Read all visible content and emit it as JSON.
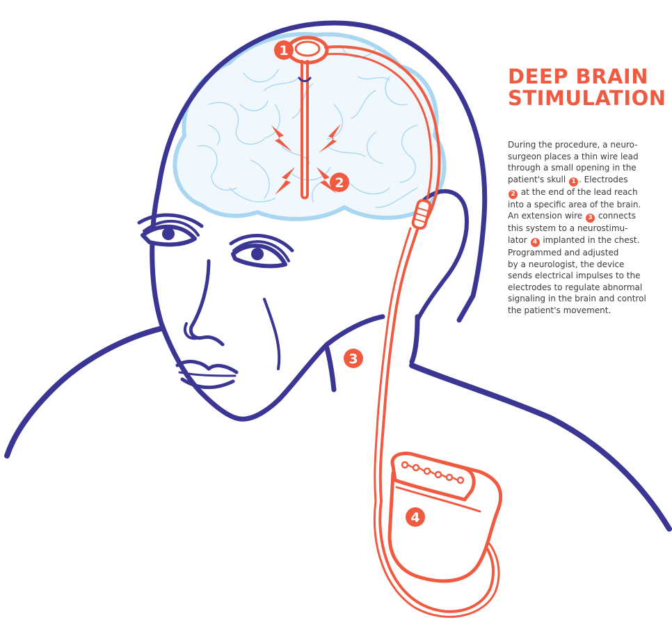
{
  "colors": {
    "outline": "#3b3693",
    "brain": "#a9d6f1",
    "brain_fill": "#f1f8fd",
    "accent": "#ef5a41"
  },
  "title": "DEEP BRAIN\nSTIMULATION",
  "callouts": {
    "lead_entry": "1",
    "electrodes": "2",
    "extension_wire": "3",
    "neurostimulator": "4"
  },
  "description": {
    "l1": "During the procedure, a neuro-",
    "l2": "surgeon places a thin wire lead",
    "l3": "through a small opening in the",
    "l4a": "patient's skull",
    "l4b": ". Electrodes",
    "l5b": "at the end of the lead reach",
    "l6": "into a specific area of the brain.",
    "l7a": "An extension wire",
    "l7b": "connects",
    "l8": "this system to a neurostimu-",
    "l9a": "lator",
    "l9b": "implanted in the chest.",
    "l10": "Programmed and adjusted",
    "l11": "by a neurologist, the device",
    "l12": "sends electrical impulses to the",
    "l13": "electrodes to regulate abnormal",
    "l14": "signaling in the brain and control",
    "l15": "the patient's movement."
  }
}
